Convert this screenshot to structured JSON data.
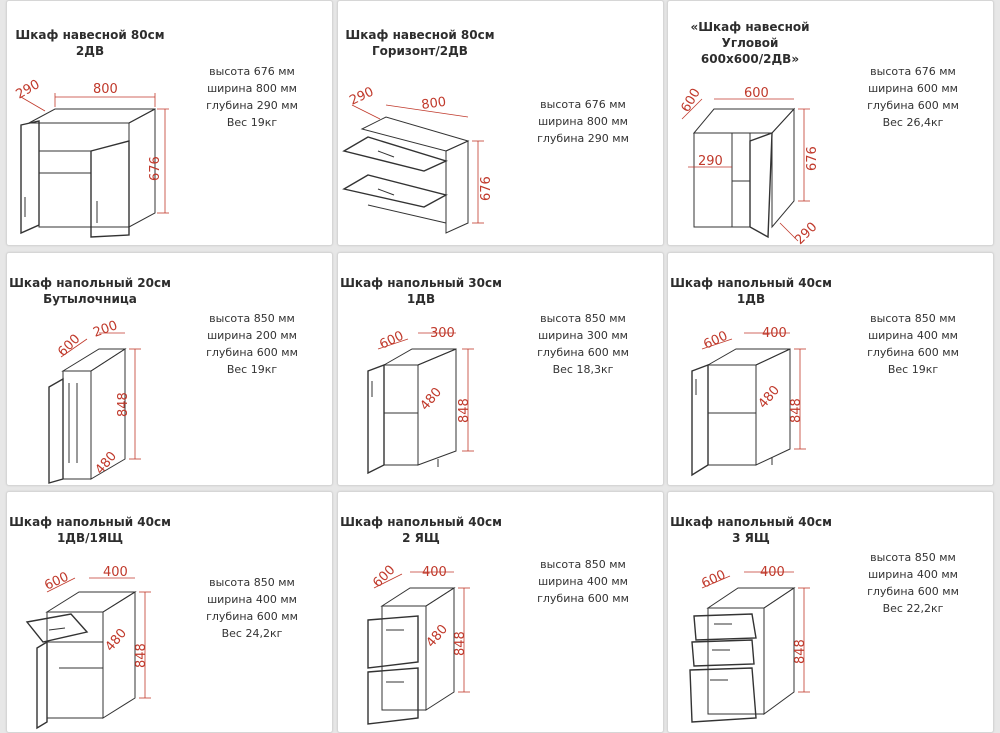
{
  "cards": [
    {
      "title": "Шкаф навесной 80см\n2ДВ",
      "specs": [
        "высота 676 мм",
        "ширина 800 мм",
        "глубина 290 мм",
        "Вес 19кг"
      ],
      "dims": {
        "depth": "290",
        "width": "800",
        "height": "676"
      }
    },
    {
      "title": "Шкаф навесной 80см\nГоризонт/2ДВ",
      "specs": [
        "высота 676 мм",
        "ширина 800 мм",
        "глубина 290 мм"
      ],
      "dims": {
        "depth": "290",
        "width": "800",
        "height": "676"
      }
    },
    {
      "title": "«Шкаф навесной\nУгловой\n600х600/2ДВ»",
      "specs": [
        "высота 676 мм",
        "ширина 600 мм",
        "глубина 600 мм",
        "Вес 26,4кг"
      ],
      "dims": {
        "depth": "600",
        "width": "600",
        "height": "676",
        "inner": "290",
        "side": "290"
      }
    },
    {
      "title": "Шкаф напольный 20см\nБутылочница",
      "specs": [
        "высота 850 мм",
        "ширина 200 мм",
        "глубина 600 мм",
        "Вес 19кг"
      ],
      "dims": {
        "depth": "600",
        "width": "200",
        "height": "848",
        "inner": "480"
      }
    },
    {
      "title": "Шкаф напольный 30см\n1ДВ",
      "specs": [
        "высота 850 мм",
        "ширина 300 мм",
        "глубина 600 мм",
        "Вес 18,3кг"
      ],
      "dims": {
        "depth": "600",
        "width": "300",
        "height": "848",
        "inner": "480"
      }
    },
    {
      "title": "Шкаф напольный 40см\n1ДВ",
      "specs": [
        "высота 850 мм",
        "ширина 400 мм",
        "глубина 600 мм",
        "Вес 19кг"
      ],
      "dims": {
        "depth": "600",
        "width": "400",
        "height": "848",
        "inner": "480"
      }
    },
    {
      "title": "Шкаф напольный 40см\n1ДВ/1ЯЩ",
      "specs": [
        "высота 850 мм",
        "ширина 400 мм",
        "глубина 600 мм",
        "Вес 24,2кг"
      ],
      "dims": {
        "depth": "600",
        "width": "400",
        "height": "848",
        "inner": "480"
      }
    },
    {
      "title": "Шкаф напольный 40см\n2 ЯЩ",
      "specs": [
        "высота 850 мм",
        "ширина 400 мм",
        "глубина 600 мм"
      ],
      "dims": {
        "depth": "600",
        "width": "400",
        "height": "848",
        "inner": "480"
      }
    },
    {
      "title": "Шкаф напольный 40см\n3 ЯЩ",
      "specs": [
        "высота 850 мм",
        "ширина 400 мм",
        "глубина 600 мм",
        "Вес 22,2кг"
      ],
      "dims": {
        "depth": "600",
        "width": "400",
        "height": "848"
      }
    }
  ],
  "colors": {
    "dimension": "#c0392b",
    "line": "#333333",
    "card_bg": "#ffffff",
    "page_bg": "#e7e7e7"
  }
}
